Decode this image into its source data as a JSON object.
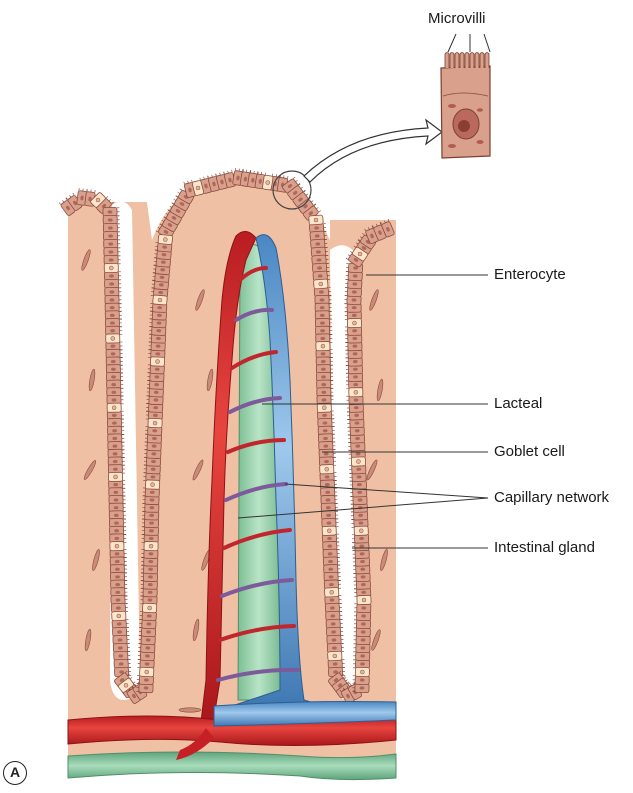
{
  "figure": {
    "panel_letter": "A",
    "labels": {
      "microvilli": "Microvilli",
      "enterocyte": "Enterocyte",
      "lacteal": "Lacteal",
      "goblet_cell": "Goblet cell",
      "capillary_network": "Capillary network",
      "intestinal_gland": "Intestinal gland"
    }
  },
  "colors": {
    "lamina_propria": "#f0c0a4",
    "epithelium": "#d9a08c",
    "cell_outline": "#8a4a3c",
    "goblet": "#fbe6cc",
    "lacteal": "#9ed3b0",
    "vein": "#6fa8d8",
    "artery": "#d9262b"
  }
}
